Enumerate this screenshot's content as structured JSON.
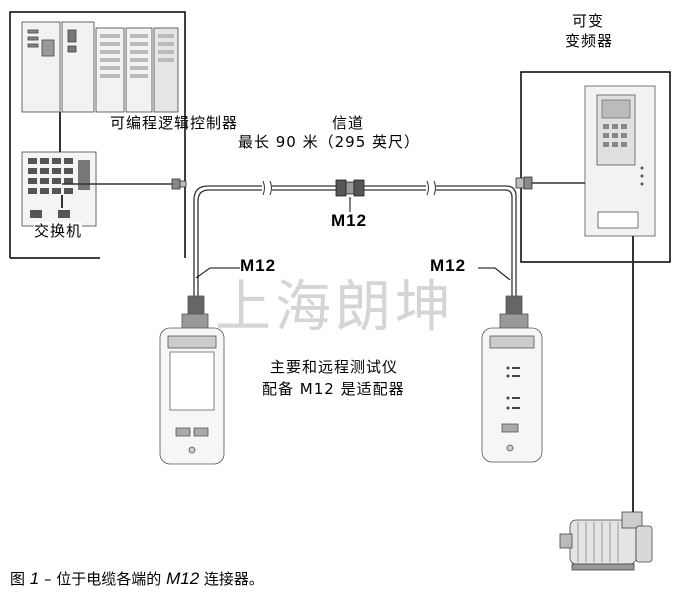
{
  "labels": {
    "vfd_line1": "可变",
    "vfd_line2": "变频器",
    "plc": "可编程逻辑控制器",
    "channel_line1": "信道",
    "channel_line2": "最长 90 米（295 英尺）",
    "switch": "交换机",
    "m12_center": "M12",
    "m12_left": "M12",
    "m12_right": "M12",
    "adapter_line1": "主要和远程测试仪",
    "adapter_line2": "配备 M12 是适配器"
  },
  "watermark": "上海朗坤",
  "caption": {
    "prefix": "图 ",
    "number": "1",
    "dash": " – ",
    "text1": "位于电缆各端的 ",
    "m12": "M12",
    "text2": " 连接器。"
  },
  "colors": {
    "stroke": "#000000",
    "gray_fill": "#d0d0d0",
    "light_fill": "#e8e8e8"
  }
}
